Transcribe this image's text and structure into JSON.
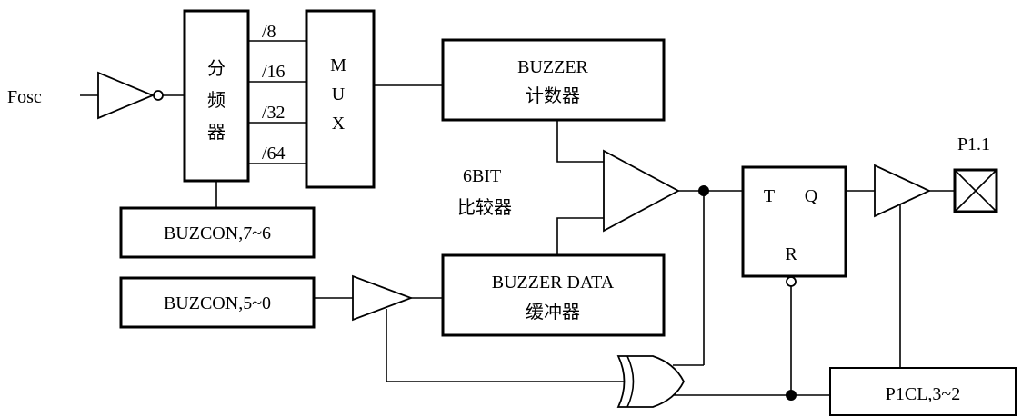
{
  "labels": {
    "fosc": "Fosc",
    "divider_line1": "分",
    "divider_line2": "频",
    "divider_line3": "器",
    "div8": "/8",
    "div16": "/16",
    "div32": "/32",
    "div64": "/64",
    "mux_m": "M",
    "mux_u": "U",
    "mux_x": "X",
    "buzzer_counter_line1": "BUZZER",
    "buzzer_counter_line2": "计数器",
    "comparator_line1": "6BIT",
    "comparator_line2": "比较器",
    "buzcon_76": "BUZCON,7~6",
    "buzcon_50": "BUZCON,5~0",
    "buzzer_data_line1": "BUZZER DATA",
    "buzzer_data_line2": "缓冲器",
    "ff_t": "T",
    "ff_q": "Q",
    "ff_r": "R",
    "p11": "P1.1",
    "p1cl": "P1CL,3~2"
  }
}
